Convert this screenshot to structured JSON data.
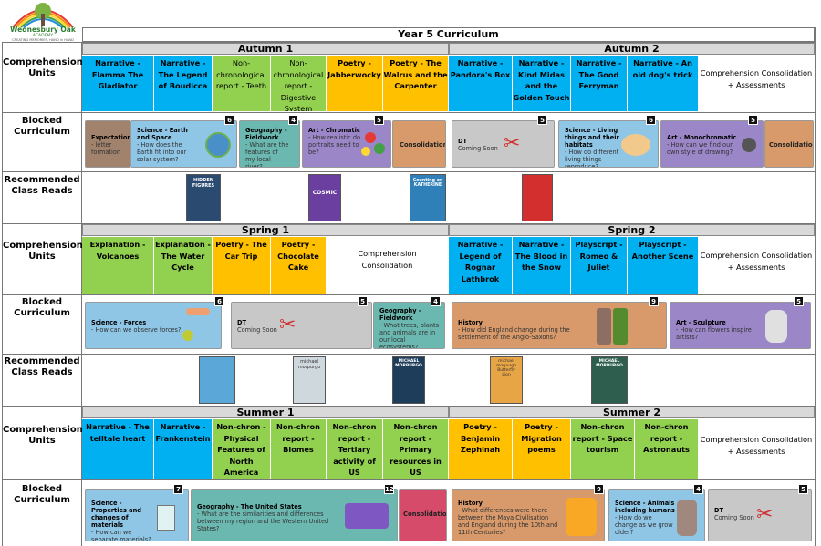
{
  "header": {
    "title": "Year 5 Curriculum",
    "logo": {
      "school": "Wednesbury Oak",
      "sub": "ACADEMY",
      "tagline": "CREATING MEMORIES, HAND in HAND"
    }
  },
  "row_labels": {
    "comprehension": "Comprehension Units",
    "blocked": "Blocked Curriculum",
    "reads": "Recommended Class Reads"
  },
  "terms": {
    "autumn1": "Autumn 1",
    "autumn2": "Autumn 2",
    "spring1": "Spring 1",
    "spring2": "Spring 2",
    "summer1": "Summer 1",
    "summer2": "Summer 2"
  },
  "colors": {
    "blue": "#00b0f0",
    "green": "#92d050",
    "yellow": "#ffc000",
    "brown": "#a0826d",
    "teal": "#6bb8b0",
    "purple": "#9b86c8",
    "orange": "#d89a6a",
    "grey": "#bfbfbf",
    "red": "#d64a6a",
    "ltblue": "#8fc6e6"
  },
  "comprehension": {
    "autumn": [
      {
        "text": "Narrative - Flamma The Gladiator"
      },
      {
        "text": "Narrative - The Legend of Boudicca"
      },
      {
        "text": "Non-chronological report - Teeth"
      },
      {
        "text": "Non-chronological report - Digestive System"
      },
      {
        "text": "Poetry - Jabberwocky"
      },
      {
        "text": "Poetry - The Walrus and the Carpenter"
      },
      {
        "text": "Narrative - Pandora's Box"
      },
      {
        "text": "Narrative - Kind Midas and the Golden Touch"
      },
      {
        "text": "Narrative - The Good Ferryman"
      },
      {
        "text": "Narrative - An old dog's trick"
      },
      {
        "text": "Comprehension Consolidation + Assessments"
      }
    ],
    "spring": [
      {
        "text": "Explanation - Volcanoes"
      },
      {
        "text": "Explanation - The Water Cycle"
      },
      {
        "text": "Poetry - The Car Trip"
      },
      {
        "text": "Poetry - Chocolate Cake"
      },
      {
        "text": "Comprehension Consolidation"
      },
      {
        "text": "Narrative - Legend of Rognar Lathbrok"
      },
      {
        "text": "Narrative - The Blood in the Snow"
      },
      {
        "text": "Playscript - Romeo & Juliet"
      },
      {
        "text": "Playscript - Another Scene"
      },
      {
        "text": "Comprehension Consolidation + Assessments"
      }
    ],
    "summer": [
      {
        "text": "Narrative - The telltale heart"
      },
      {
        "text": "Narrative - Frankenstein"
      },
      {
        "text": "Non-chron - Physical Features of North America"
      },
      {
        "text": "Non-chron report - Biomes"
      },
      {
        "text": "Non-chron report - Tertiary activity of US"
      },
      {
        "text": "Non-chron report - Primary resources in US"
      },
      {
        "text": "Poetry - Benjamin Zephinah"
      },
      {
        "text": "Poetry - Migration poems"
      },
      {
        "text": "Non-chron report - Space tourism"
      },
      {
        "text": "Non-chron report - Astronauts"
      },
      {
        "text": "Comprehension Consolidation + Assessments"
      }
    ]
  },
  "blocked": {
    "autumn": [
      {
        "title": "Expectations",
        "desc": "- letter formation"
      },
      {
        "title": "Science - Earth and Space",
        "desc": "- How does the Earth fit into our solar system?",
        "badge": "6"
      },
      {
        "title": "Geography - Fieldwork",
        "desc": "- What are the features of my local river?",
        "badge": "4"
      },
      {
        "title": "Art - Chromatic",
        "desc": "- How realistic do portraits need to be?",
        "badge": "5"
      },
      {
        "title": "Consolidation",
        "desc": ""
      },
      {
        "title": "DT",
        "desc": "Coming Soon",
        "badge": "5"
      },
      {
        "title": "Science - Living things and their habitats",
        "desc": "- How do different living things reproduce?",
        "badge": "6"
      },
      {
        "title": "Art - Monochromatic",
        "desc": "- How can we find our own style of drawing?",
        "badge": "5"
      },
      {
        "title": "Consolidation",
        "desc": ""
      }
    ],
    "spring": [
      {
        "title": "Science - Forces",
        "desc": "- How can we observe forces?",
        "badge": "6"
      },
      {
        "title": "DT",
        "desc": "Coming Soon",
        "badge": "5"
      },
      {
        "title": "Geography - Fieldwork",
        "desc": "- What trees, plants and animals are in our local ecosystems?",
        "badge": "4"
      },
      {
        "title": "History",
        "desc": "- How did England change during the settlement of the Anglo-Saxons?",
        "badge": "9"
      },
      {
        "title": "Art - Sculpture",
        "desc": "- How can flowers inspire artists?",
        "badge": "5"
      }
    ],
    "summer": [
      {
        "title": "Science - Properties and changes of materials",
        "desc": "- How can we separate materials?",
        "badge": "7"
      },
      {
        "title": "Geography - The United States",
        "desc": "- What are the similarities and differences between my region and the Western United States?",
        "badge": "12"
      },
      {
        "title": "Consolidation",
        "desc": ""
      },
      {
        "title": "History",
        "desc": "- What differences were there between the Maya Civilisation and England during the 10th and 11th Centuries?",
        "badge": "9"
      },
      {
        "title": "Science - Animals including humans",
        "desc": "- How do we change as we grow older?",
        "badge": "4"
      },
      {
        "title": "DT",
        "desc": "Coming Soon",
        "badge": "5"
      }
    ]
  },
  "books": {
    "autumn": [
      {
        "cover": "HIDDEN FIGURES"
      },
      {
        "cover": "COSMIC"
      },
      {
        "cover": "Counting on KATHERINE"
      },
      {
        "cover": ""
      }
    ],
    "spring": [
      {
        "cover": ""
      },
      {
        "cover": "michael morpurgo"
      },
      {
        "cover": "MICHAEL MORPURGO"
      },
      {
        "cover": "michael morpurgo Butterfly Lion"
      },
      {
        "cover": "MICHAEL MORPURGO"
      }
    ]
  }
}
